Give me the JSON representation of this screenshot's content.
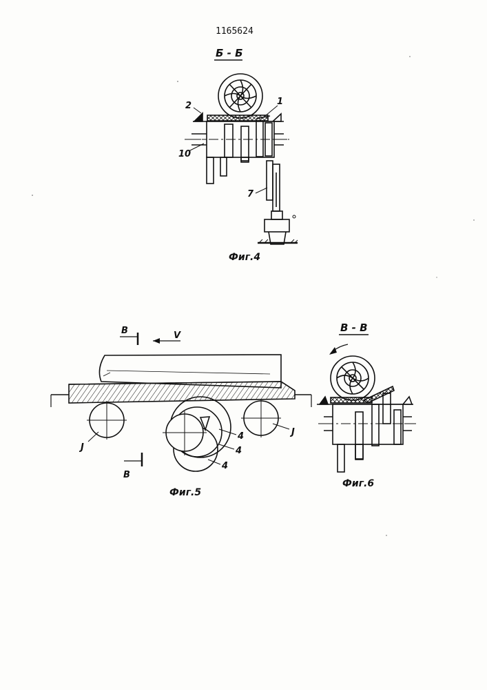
{
  "patent_number": "1165624",
  "fig4": {
    "section_label": "Б - Б",
    "caption": "Фиг.4",
    "callouts": {
      "part_1": "1",
      "part_2": "2",
      "part_10": "10",
      "part_7": "7"
    }
  },
  "fig5": {
    "caption": "Фиг.5",
    "section_mark_top": "В",
    "section_mark_bottom": "В",
    "direction_label": "V",
    "callouts": {
      "roller_left": "J",
      "roller_right": "J",
      "disc_a": "4",
      "disc_b": "4",
      "disc_c": "4"
    }
  },
  "fig6": {
    "section_label": "В - В",
    "caption": "Фиг.6"
  }
}
